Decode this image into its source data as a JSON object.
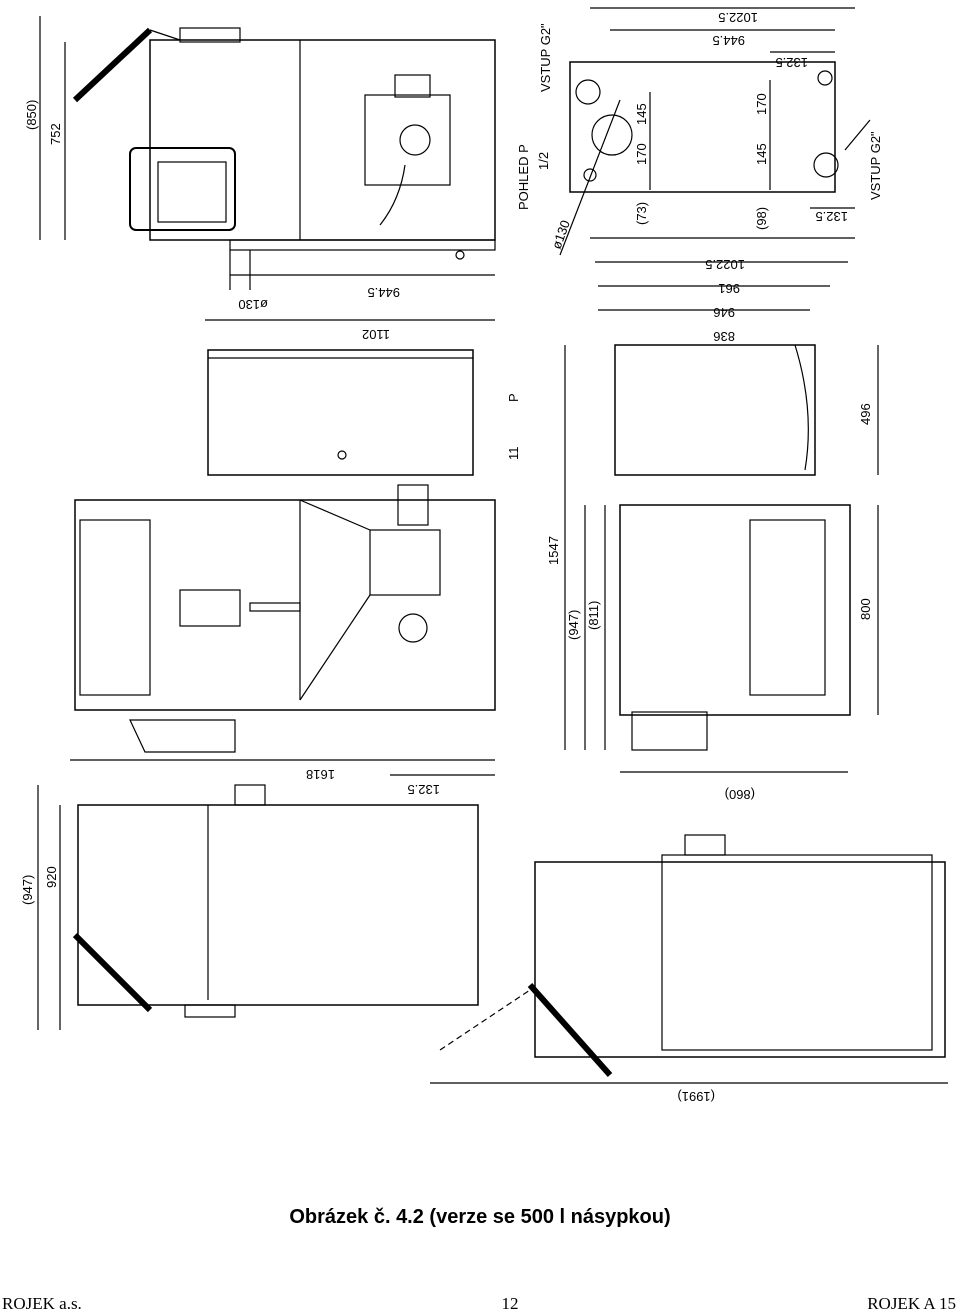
{
  "caption": "Obrázek č. 4.2 (verze se 500 l násypkou)",
  "footer": {
    "left": "ROJEK a.s.",
    "page": "12",
    "right": "ROJEK A 15"
  },
  "dims": {
    "d850": "(850)",
    "d752": "752",
    "d944_top": "944.5",
    "d130_top": "ø130",
    "d1102": "1102",
    "d11": "11",
    "dP": "P",
    "d1618": "1618",
    "d1325_mid": "132.5",
    "d947_bottom": "(947)",
    "d920": "920",
    "d1991": "(1991)",
    "r1022_top": "1022.5",
    "r944": "944.5",
    "r1325_a": "132.5",
    "vstup_top": "VSTUP G2\"",
    "pohled_p": "POHLED P",
    "half": "1/2",
    "d145_a": "145",
    "d170_a": "170",
    "d73": "(73)",
    "d130_r": "ø130",
    "d170_b": "170",
    "d145_b": "145",
    "d98": "(98)",
    "r1325_b": "132.5",
    "vstup_bottom": "VSTUP G2\"",
    "r1022_b": "1022.5",
    "r961": "961",
    "r946": "946",
    "r836": "836",
    "r496": "496",
    "r1547": "1547",
    "r947": "(947)",
    "r811": "(811)",
    "r800": "800",
    "r860": "(860)"
  }
}
